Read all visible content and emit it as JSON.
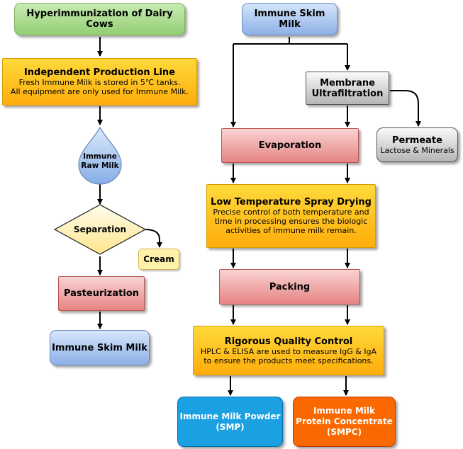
{
  "left": {
    "hyperimmunization": "Hyperimmunization of Dairy Cows",
    "production_title": "Independent Production Line",
    "production_line1": "Fresh Immune Milk is stored in 5℃ tanks.",
    "production_line2": "All equipment are only used for Immune Milk.",
    "raw_milk_line1": "Immune",
    "raw_milk_line2": "Raw Milk",
    "separation": "Separation",
    "cream": "Cream",
    "pasteurization": "Pasteurization",
    "skim_milk": "Immune Skim Milk"
  },
  "right": {
    "skim_milk": "Immune Skim Milk",
    "membrane_line1": "Membrane",
    "membrane_line2": "Ultrafiltration",
    "permeate_title": "Permeate",
    "permeate_sub": "Lactose & Minerals",
    "evaporation": "Evaporation",
    "spray_title": "Low Temperature Spray Drying",
    "spray_line1": "Precise control of both temperature and",
    "spray_line2": "time in processing ensures the biologic",
    "spray_line3": "activities of immune milk remain.",
    "packing": "Packing",
    "qc_title": "Rigorous Quality Control",
    "qc_line1": "HPLC & ELISA are used to measure IgG & IgA",
    "qc_line2": "to ensure the products meet specifications.",
    "smp_line1": "Immune Milk Powder",
    "smp_line2": "(SMP)",
    "smpc_line1": "Immune Milk",
    "smpc_line2": "Protein Concentrate",
    "smpc_line3": "(SMPC)"
  }
}
